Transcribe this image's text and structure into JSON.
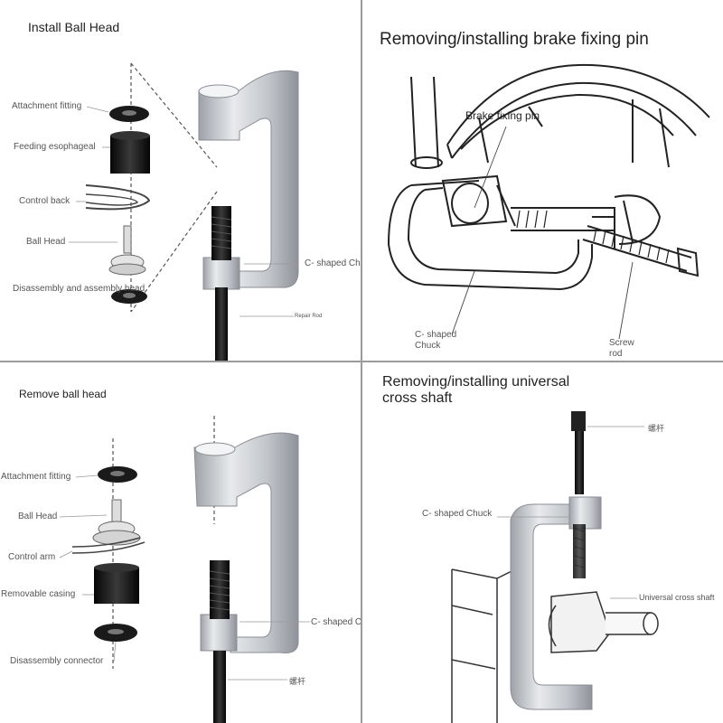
{
  "panels": {
    "install_ball_head": {
      "title": "Install Ball Head",
      "labels": {
        "attachment_fitting": "Attachment fitting",
        "feeding_esophageal": "Feeding esophageal",
        "control_back": "Control back",
        "ball_head": "Ball Head",
        "disassembly_assembly_head": "Disassembly and assembly head",
        "c_shaped_chuck": "C- shaped Chuck",
        "repair_rod": "Repair Rod"
      }
    },
    "brake_fixing_pin": {
      "title": "Removing/installing brake fixing pin",
      "labels": {
        "brake_fixing_pin": "Brake fixing pin",
        "c_shaped_chuck_line1": "C- shaped",
        "c_shaped_chuck_line2": "Chuck",
        "screw_rod_line1": "Screw",
        "screw_rod_line2": "rod"
      }
    },
    "remove_ball_head": {
      "title": "Remove ball head",
      "labels": {
        "attachment_fitting": "Attachment fitting",
        "ball_head": "Ball Head",
        "control_arm": "Control arm",
        "removable_casing": "Removable casing",
        "disassembly_connector": "Disassembly connector",
        "c_shaped_chuck": "C- shaped Chuck",
        "screw_rod": "螺杆"
      }
    },
    "universal_cross_shaft": {
      "title_line1": "Removing/installing universal",
      "title_line2": "cross shaft",
      "labels": {
        "screw_rod": "螺杆",
        "c_shaped_chuck": "C- shaped Chuck",
        "universal_cross_shaft": "Universal cross shaft"
      }
    }
  },
  "colors": {
    "divider": "#9a9a9a",
    "metal": "#c9ccd0",
    "dark_part": "#1a1a1a",
    "guide_line": "#444444"
  }
}
